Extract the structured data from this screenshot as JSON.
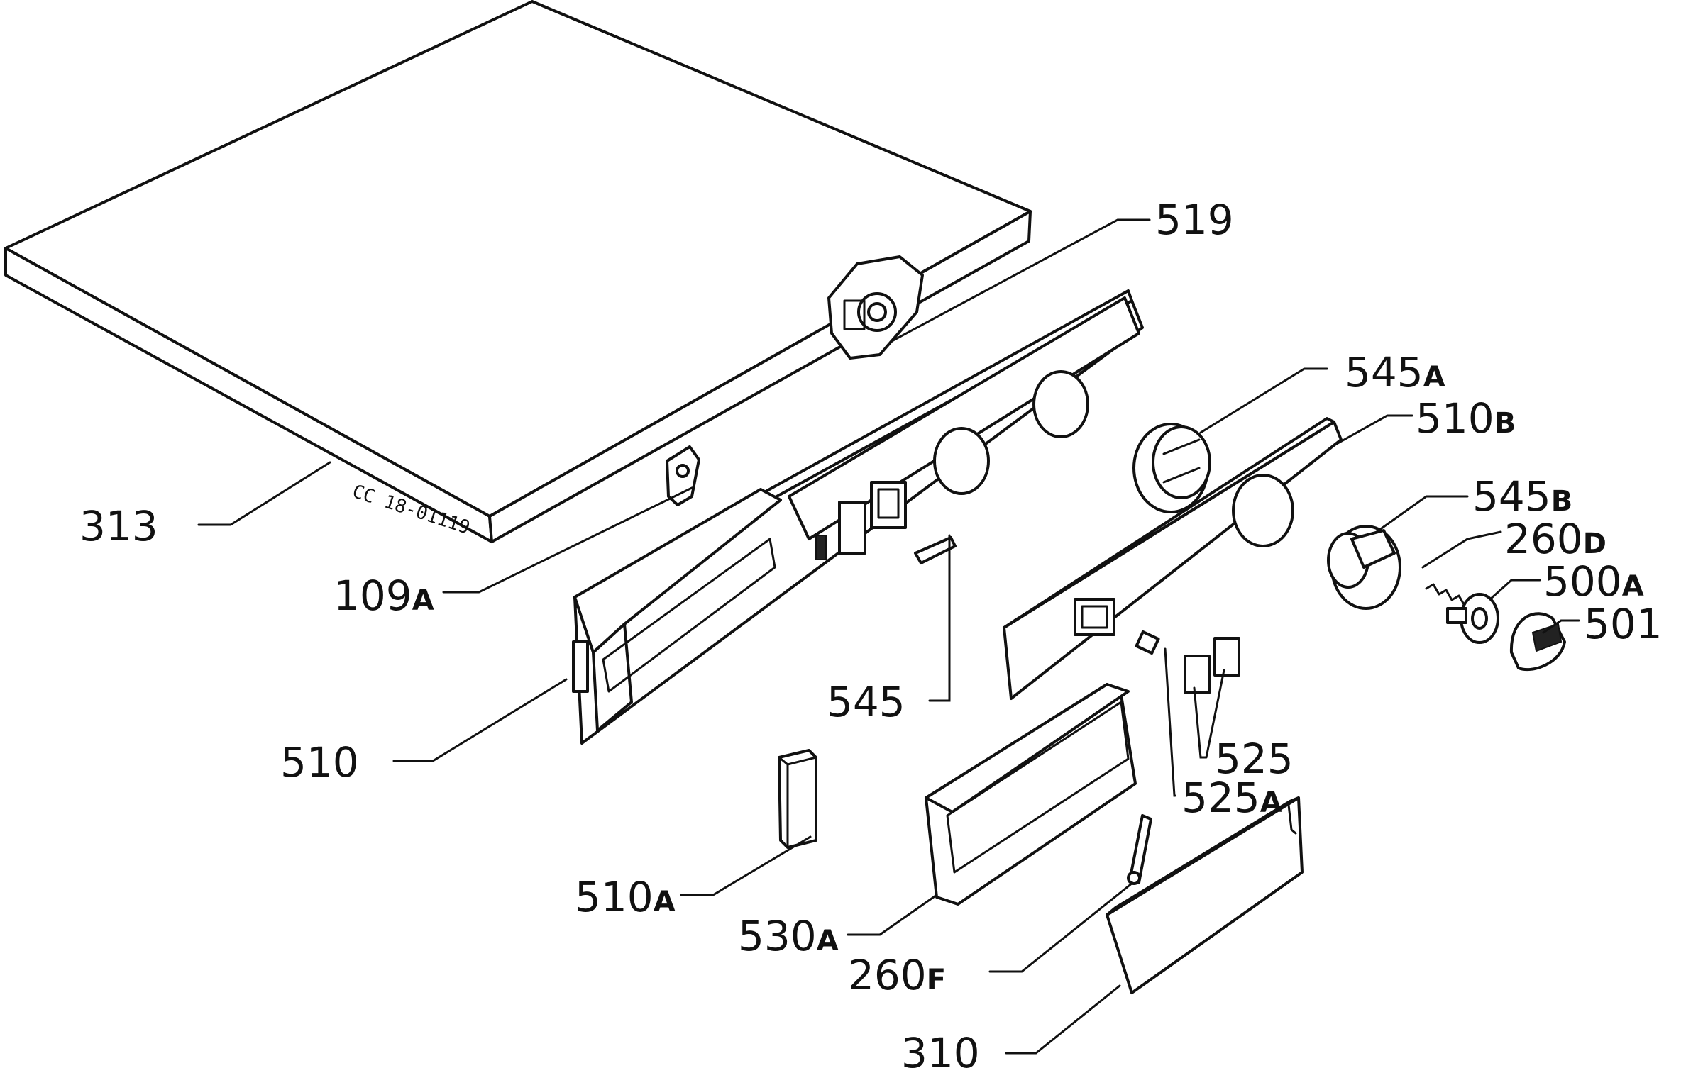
{
  "callouts": [
    {
      "id": "313",
      "num": "313",
      "sub": ""
    },
    {
      "id": "519",
      "num": "519",
      "sub": ""
    },
    {
      "id": "545a",
      "num": "545",
      "sub": "A"
    },
    {
      "id": "510b",
      "num": "510",
      "sub": "B"
    },
    {
      "id": "545b",
      "num": "545",
      "sub": "B"
    },
    {
      "id": "260d",
      "num": "260",
      "sub": "D"
    },
    {
      "id": "500a",
      "num": "500",
      "sub": "A"
    },
    {
      "id": "501",
      "num": "501",
      "sub": ""
    },
    {
      "id": "109a",
      "num": "109",
      "sub": "A"
    },
    {
      "id": "545",
      "num": "545",
      "sub": ""
    },
    {
      "id": "510",
      "num": "510",
      "sub": ""
    },
    {
      "id": "525",
      "num": "525",
      "sub": ""
    },
    {
      "id": "525a",
      "num": "525",
      "sub": "A"
    },
    {
      "id": "510a",
      "num": "510",
      "sub": "A"
    },
    {
      "id": "530a",
      "num": "530",
      "sub": "A"
    },
    {
      "id": "260f",
      "num": "260",
      "sub": "F"
    },
    {
      "id": "310",
      "num": "310",
      "sub": ""
    }
  ],
  "stamp": "CC 18-01119"
}
